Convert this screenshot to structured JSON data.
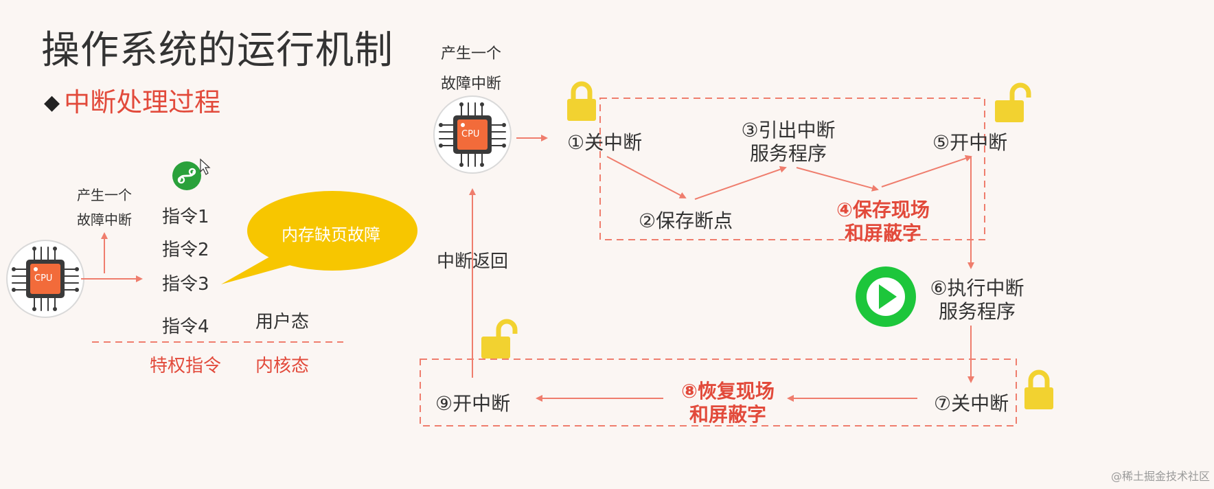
{
  "slide": {
    "title": "操作系统的运行机制",
    "subtitle": "中断处理过程",
    "subtitle_bullet": "◆"
  },
  "left_diagram": {
    "fault_label_line1": "产生一个",
    "fault_label_line2": "故障中断",
    "cpu_label": "CPU",
    "instructions": [
      "指令1",
      "指令2",
      "指令3",
      "指令4"
    ],
    "bubble_text": "内存缺页故障",
    "user_mode": "用户态",
    "privileged": "特权指令",
    "kernel_mode": "内核态"
  },
  "right_diagram": {
    "fault_label_line1": "产生一个",
    "fault_label_line2": "故障中断",
    "cpu_label": "CPU",
    "return_label": "中断返回",
    "steps": {
      "s1": "①关中断",
      "s2": "②保存断点",
      "s3_line1": "③引出中断",
      "s3_line2": "服务程序",
      "s4_line1": "④保存现场",
      "s4_line2": "和屏蔽字",
      "s5": "⑤开中断",
      "s6_line1": "⑥执行中断",
      "s6_line2": "服务程序",
      "s7": "⑦关中断",
      "s8_line1": "⑧恢复现场",
      "s8_line2": "和屏蔽字",
      "s9": "⑨开中断"
    }
  },
  "watermark": "@稀土掘金技术社区",
  "colors": {
    "accent_red": "#e24a3b",
    "arrow": "#ef7d6d",
    "bubble": "#f7c600",
    "lock": "#f2d230",
    "play": "#1dc63b",
    "cpu_orange": "#f26b3a"
  }
}
